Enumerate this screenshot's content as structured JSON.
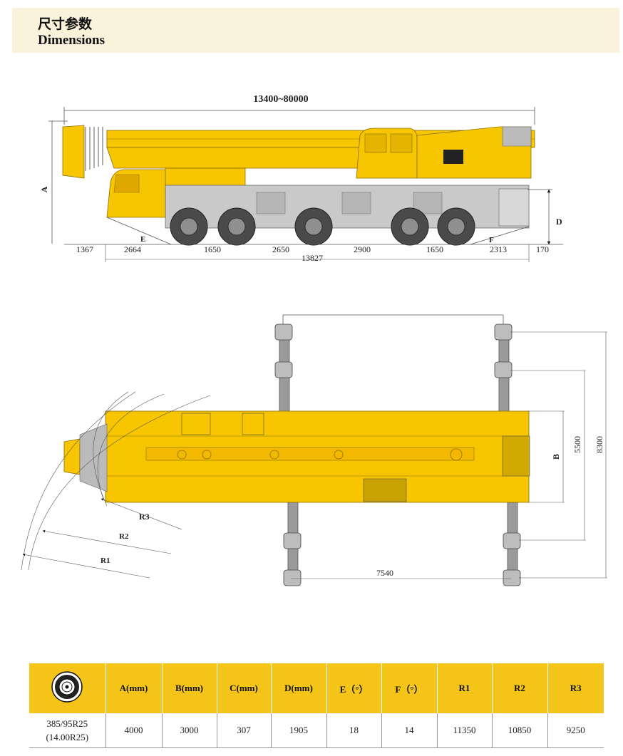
{
  "header": {
    "title_zh": "尺寸参数",
    "title_en": "Dimensions"
  },
  "side_view": {
    "overall_length": "13400~80000",
    "label_a": "A",
    "label_d": "D",
    "label_e": "E",
    "label_f": "F",
    "dims": [
      "1367",
      "2664",
      "1650",
      "2650",
      "2900",
      "1650",
      "2313",
      "170"
    ],
    "total": "13827"
  },
  "top_view": {
    "label_b": "B",
    "width_outriggers": "5500",
    "width_total": "8300",
    "outrigger_span": "7540",
    "r1": "R1",
    "r2": "R2",
    "r3": "R3"
  },
  "table": {
    "headers": [
      "A(mm)",
      "B(mm)",
      "C(mm)",
      "D(mm)",
      "E（°）",
      "F（°）",
      "R1",
      "R2",
      "R3"
    ],
    "tire_line1": "385/95R25",
    "tire_line2": "(14.00R25)",
    "values": [
      "4000",
      "3000",
      "307",
      "1905",
      "18",
      "14",
      "11350",
      "10850",
      "9250"
    ]
  },
  "colors": {
    "crane_yellow": "#f7c600",
    "header_bg": "#fbf2dc",
    "table_header": "#f5c418"
  }
}
